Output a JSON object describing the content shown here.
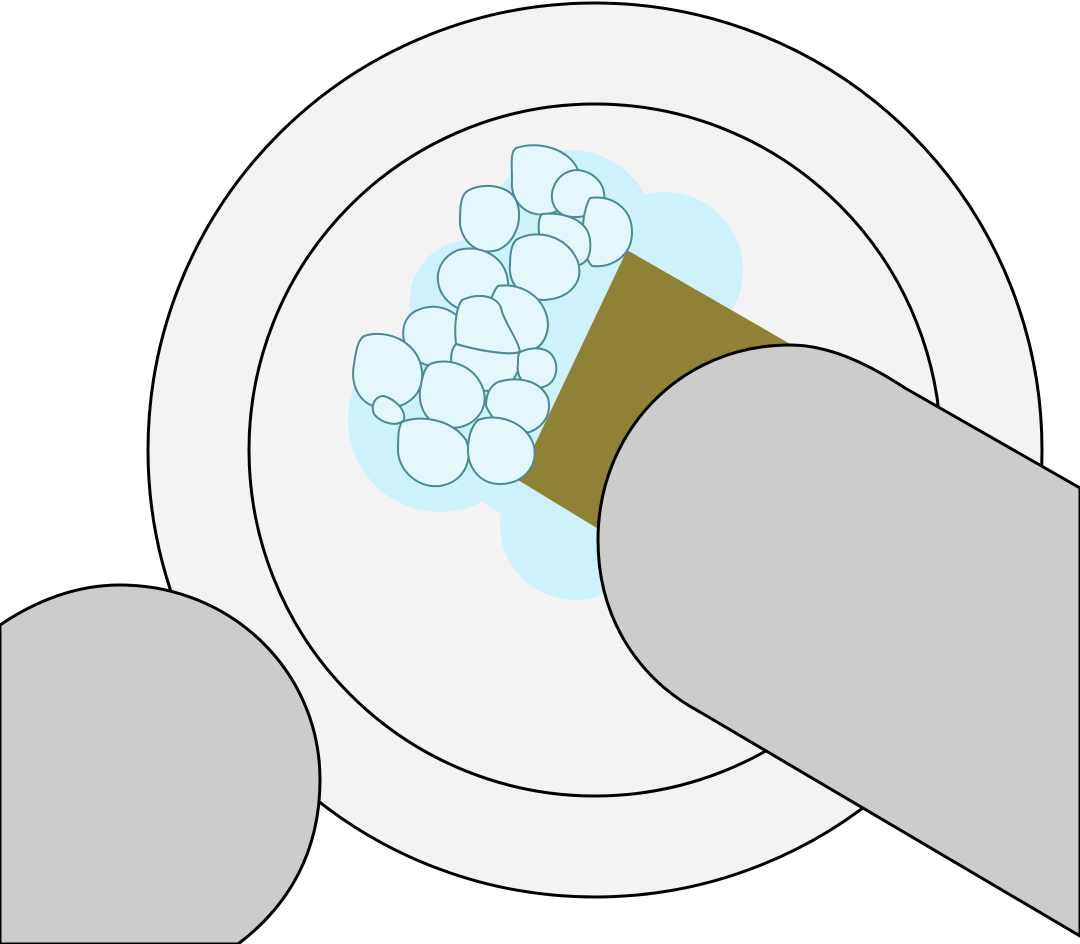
{
  "colors": {
    "background": "#ffffff",
    "outline": "#000000",
    "dish_fill": "#f3f3f3",
    "glow": "#cdf2fb",
    "cell_fill": "#e3f7fc",
    "cell_stroke": "#4a8a94",
    "stalk_fill": "#8f8237",
    "probe_fill": "#cccccc"
  },
  "elements": {
    "outer_ring": "outer-ring",
    "inner_dish": "inner-dish",
    "cell_cluster": "cell-cluster",
    "stalk": "stalk",
    "right_probe": "right-probe",
    "left_probe": "left-probe"
  }
}
